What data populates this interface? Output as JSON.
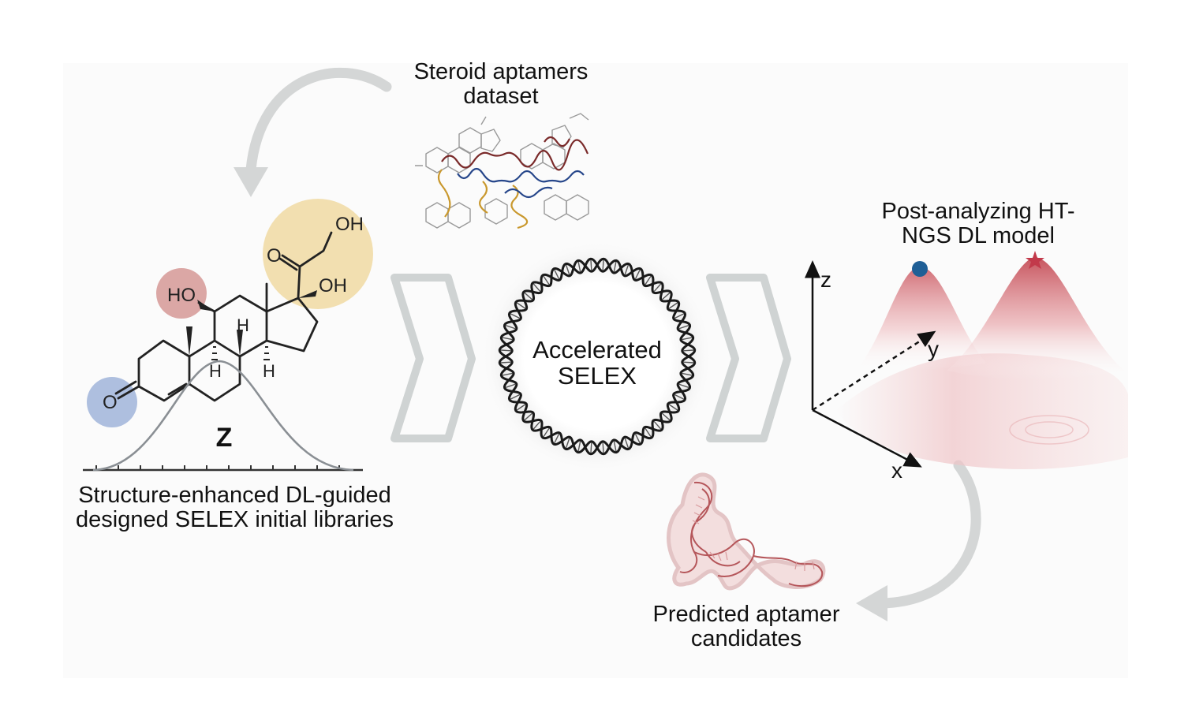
{
  "labels": {
    "dataset": {
      "line1": "Steroid aptamers",
      "line2": "dataset"
    },
    "library": {
      "line1": "Structure-enhanced DL-guided",
      "line2": "designed SELEX initial libraries"
    },
    "selex": {
      "line1": "Accelerated",
      "line2": "SELEX"
    },
    "model": {
      "line1": "Post-analyzing HT-",
      "line2": "NGS DL model"
    },
    "candidates": {
      "line1": "Predicted aptamer",
      "line2": "candidates"
    }
  },
  "molecule": {
    "groups": {
      "oh_top": "OH",
      "oh_side": "OH",
      "ho": "HO",
      "ketone_o": "O",
      "ring_o": "O",
      "h1": "H",
      "h2": "H",
      "h3": "H"
    },
    "distribution_symbol": "Z"
  },
  "axes": {
    "z": "z",
    "y": "y",
    "x": "x"
  },
  "colors": {
    "yellow_highlight": "#f2dfb0",
    "red_highlight": "#dba7a5",
    "blue_highlight": "#aebfdf",
    "arrow_gray": "#d4d6d6",
    "surface_red": "#c8545c",
    "peak_blue_dot": "#1f5f96",
    "peak_red_star": "#c2394a"
  }
}
